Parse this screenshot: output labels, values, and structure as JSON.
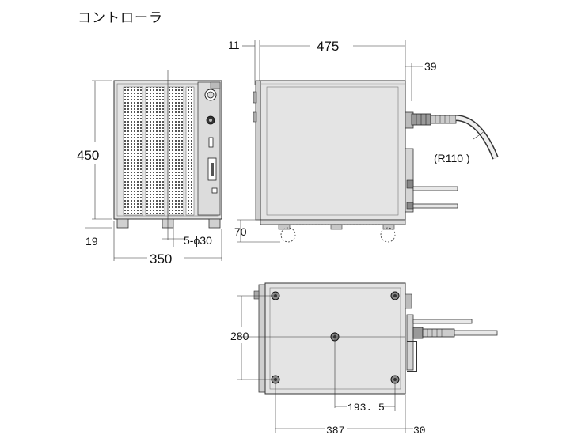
{
  "title": "コントローラ",
  "front_view": {
    "height_label": "450",
    "width_label": "350",
    "foot_label": "19",
    "caster_label": "5-ϕ30"
  },
  "side_view": {
    "offset_label": "11",
    "depth_label": "475",
    "connector_label": "39",
    "radius_label": "(R110 )",
    "caster_height_label": "70"
  },
  "bottom_view": {
    "depth_label": "280",
    "center_label": "193. 5",
    "width_label": "387",
    "offset_label": "30"
  }
}
